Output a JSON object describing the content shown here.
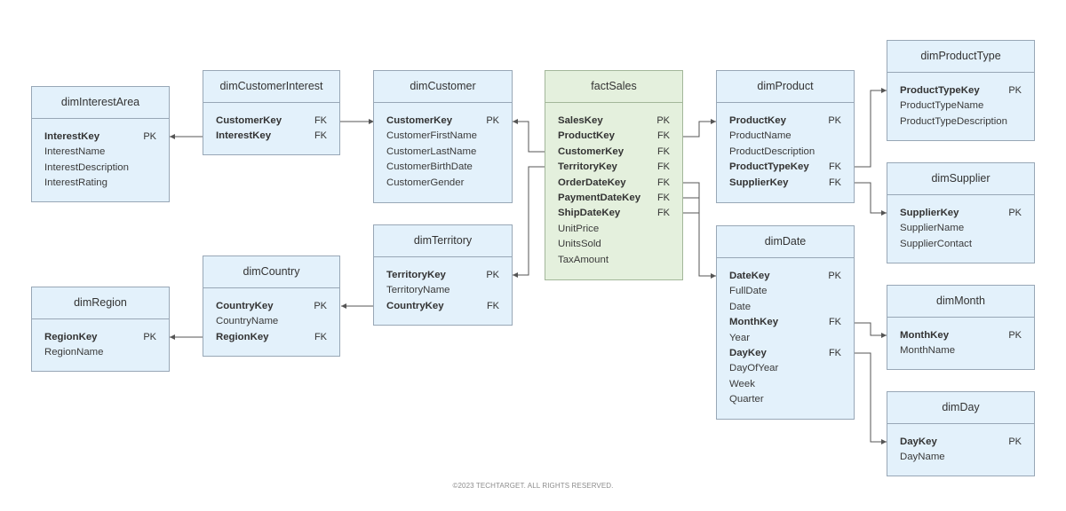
{
  "tables": {
    "factSales": {
      "name": "factSales",
      "fields": [
        {
          "name": "SalesKey",
          "tag": "PK",
          "key": true
        },
        {
          "name": "ProductKey",
          "tag": "FK",
          "key": true
        },
        {
          "name": "CustomerKey",
          "tag": "FK",
          "key": true
        },
        {
          "name": "TerritoryKey",
          "tag": "FK",
          "key": true
        },
        {
          "name": "OrderDateKey",
          "tag": "FK",
          "key": true
        },
        {
          "name": "PaymentDateKey",
          "tag": "FK",
          "key": true
        },
        {
          "name": "ShipDateKey",
          "tag": "FK",
          "key": true
        },
        {
          "name": "UnitPrice",
          "tag": "",
          "key": false
        },
        {
          "name": "UnitsSold",
          "tag": "",
          "key": false
        },
        {
          "name": "TaxAmount",
          "tag": "",
          "key": false
        }
      ]
    },
    "dimInterestArea": {
      "name": "dimInterestArea",
      "fields": [
        {
          "name": "InterestKey",
          "tag": "PK",
          "key": true
        },
        {
          "name": "InterestName",
          "tag": "",
          "key": false
        },
        {
          "name": "InterestDescription",
          "tag": "",
          "key": false
        },
        {
          "name": "InterestRating",
          "tag": "",
          "key": false
        }
      ]
    },
    "dimCustomerInterest": {
      "name": "dimCustomerInterest",
      "fields": [
        {
          "name": "CustomerKey",
          "tag": "FK",
          "key": true
        },
        {
          "name": "InterestKey",
          "tag": "FK",
          "key": true
        }
      ]
    },
    "dimCustomer": {
      "name": "dimCustomer",
      "fields": [
        {
          "name": "CustomerKey",
          "tag": "PK",
          "key": true
        },
        {
          "name": "CustomerFirstName",
          "tag": "",
          "key": false
        },
        {
          "name": "CustomerLastName",
          "tag": "",
          "key": false
        },
        {
          "name": "CustomerBirthDate",
          "tag": "",
          "key": false
        },
        {
          "name": "CustomerGender",
          "tag": "",
          "key": false
        }
      ]
    },
    "dimTerritory": {
      "name": "dimTerritory",
      "fields": [
        {
          "name": "TerritoryKey",
          "tag": "PK",
          "key": true
        },
        {
          "name": "TerritoryName",
          "tag": "",
          "key": false
        },
        {
          "name": "CountryKey",
          "tag": "FK",
          "key": true
        }
      ]
    },
    "dimCountry": {
      "name": "dimCountry",
      "fields": [
        {
          "name": "CountryKey",
          "tag": "PK",
          "key": true
        },
        {
          "name": "CountryName",
          "tag": "",
          "key": false
        },
        {
          "name": "RegionKey",
          "tag": "FK",
          "key": true
        }
      ]
    },
    "dimRegion": {
      "name": "dimRegion",
      "fields": [
        {
          "name": "RegionKey",
          "tag": "PK",
          "key": true
        },
        {
          "name": "RegionName",
          "tag": "",
          "key": false
        }
      ]
    },
    "dimProduct": {
      "name": "dimProduct",
      "fields": [
        {
          "name": "ProductKey",
          "tag": "PK",
          "key": true
        },
        {
          "name": "ProductName",
          "tag": "",
          "key": false
        },
        {
          "name": "ProductDescription",
          "tag": "",
          "key": false
        },
        {
          "name": "ProductTypeKey",
          "tag": "FK",
          "key": true
        },
        {
          "name": "SupplierKey",
          "tag": "FK",
          "key": true
        }
      ]
    },
    "dimProductType": {
      "name": "dimProductType",
      "fields": [
        {
          "name": "ProductTypeKey",
          "tag": "PK",
          "key": true
        },
        {
          "name": "ProductTypeName",
          "tag": "",
          "key": false
        },
        {
          "name": "ProductTypeDescription",
          "tag": "",
          "key": false
        }
      ]
    },
    "dimSupplier": {
      "name": "dimSupplier",
      "fields": [
        {
          "name": "SupplierKey",
          "tag": "PK",
          "key": true
        },
        {
          "name": "SupplierName",
          "tag": "",
          "key": false
        },
        {
          "name": "SupplierContact",
          "tag": "",
          "key": false
        }
      ]
    },
    "dimDate": {
      "name": "dimDate",
      "fields": [
        {
          "name": "DateKey",
          "tag": "PK",
          "key": true
        },
        {
          "name": "FullDate",
          "tag": "",
          "key": false
        },
        {
          "name": "Date",
          "tag": "",
          "key": false
        },
        {
          "name": "MonthKey",
          "tag": "FK",
          "key": true
        },
        {
          "name": "Year",
          "tag": "",
          "key": false
        },
        {
          "name": "DayKey",
          "tag": "FK",
          "key": true
        },
        {
          "name": "DayOfYear",
          "tag": "",
          "key": false
        },
        {
          "name": "Week",
          "tag": "",
          "key": false
        },
        {
          "name": "Quarter",
          "tag": "",
          "key": false
        }
      ]
    },
    "dimMonth": {
      "name": "dimMonth",
      "fields": [
        {
          "name": "MonthKey",
          "tag": "PK",
          "key": true
        },
        {
          "name": "MonthName",
          "tag": "",
          "key": false
        }
      ]
    },
    "dimDay": {
      "name": "dimDay",
      "fields": [
        {
          "name": "DayKey",
          "tag": "PK",
          "key": true
        },
        {
          "name": "DayName",
          "tag": "",
          "key": false
        }
      ]
    }
  },
  "relationships": [
    {
      "from": "dimCustomerInterest",
      "to": "dimInterestArea"
    },
    {
      "from": "dimCustomerInterest",
      "to": "dimCustomer"
    },
    {
      "from": "factSales",
      "to": "dimCustomer"
    },
    {
      "from": "factSales",
      "to": "dimTerritory"
    },
    {
      "from": "dimTerritory",
      "to": "dimCountry"
    },
    {
      "from": "dimCountry",
      "to": "dimRegion"
    },
    {
      "from": "factSales",
      "to": "dimProduct"
    },
    {
      "from": "factSales",
      "to": "dimDate"
    },
    {
      "from": "dimProduct",
      "to": "dimProductType"
    },
    {
      "from": "dimProduct",
      "to": "dimSupplier"
    },
    {
      "from": "dimDate",
      "to": "dimMonth"
    },
    {
      "from": "dimDate",
      "to": "dimDay"
    }
  ],
  "colors": {
    "dimension_fill": "#e3f1fb",
    "fact_fill": "#e4f0dd",
    "border": "#98a7b6",
    "connector": "#555555"
  },
  "footer": {
    "copyright": "©2023 TECHTARGET. ALL RIGHTS RESERVED."
  }
}
